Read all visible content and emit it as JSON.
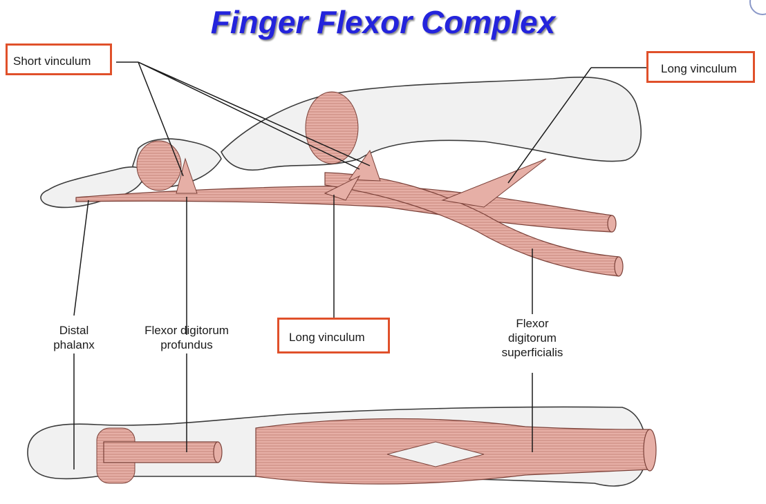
{
  "title": "Finger Flexor Complex",
  "labels": {
    "short_vinculum": "Short vinculum",
    "long_vinculum_top": "Long vinculum",
    "long_vinculum_mid": "Long vinculum",
    "distal_phalanx_1": "Distal",
    "distal_phalanx_2": "phalanx",
    "fdp_1": "Flexor digitorum",
    "fdp_2": "profundus",
    "fds_1": "Flexor",
    "fds_2": "digitorum",
    "fds_3": "superficialis"
  },
  "colors": {
    "title": "#2424dc",
    "highlight_box": "#e0502a",
    "bone_fill": "#f1f1f1",
    "tendon_fill": "#e6afa6",
    "tendon_stroke": "#7a4038"
  }
}
